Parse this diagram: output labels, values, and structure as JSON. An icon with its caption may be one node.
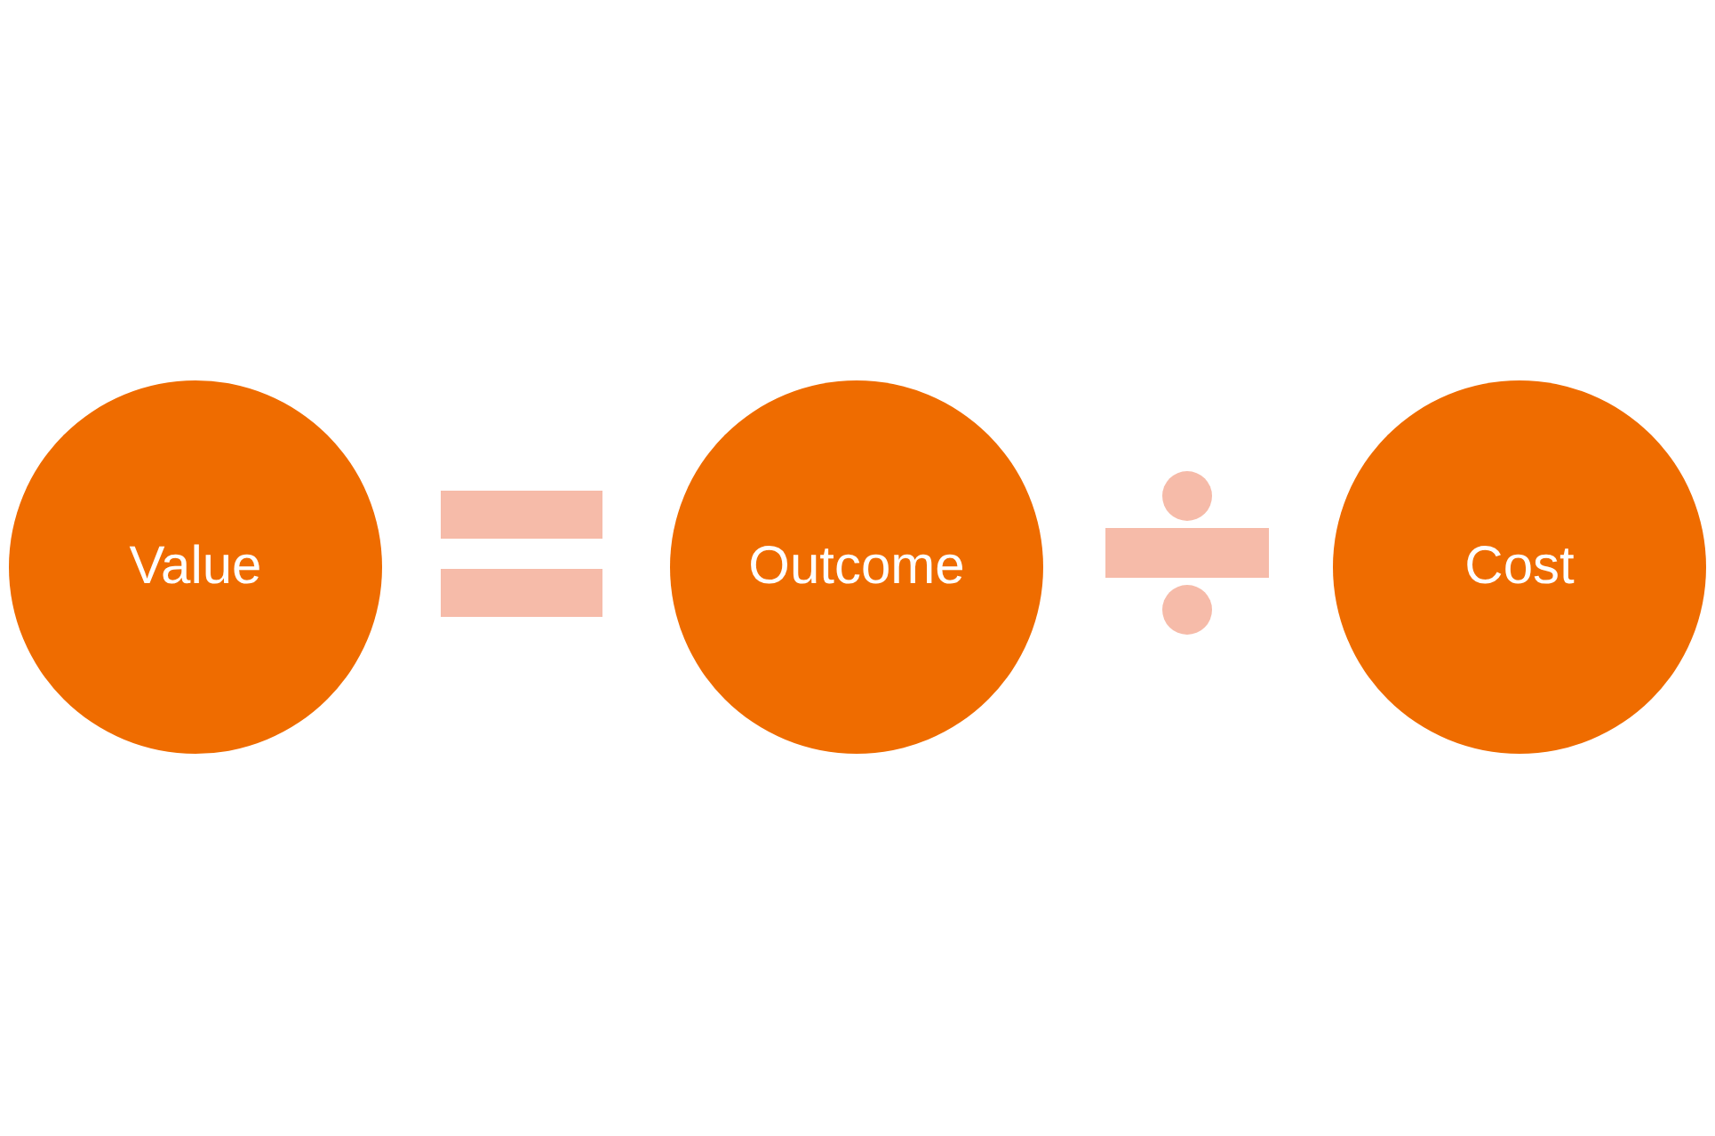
{
  "diagram": {
    "nodes": [
      {
        "text": [
          "Value"
        ]
      },
      {
        "text": [
          "Outcome"
        ]
      },
      {
        "text": [
          "Cost"
        ]
      }
    ]
  }
}
